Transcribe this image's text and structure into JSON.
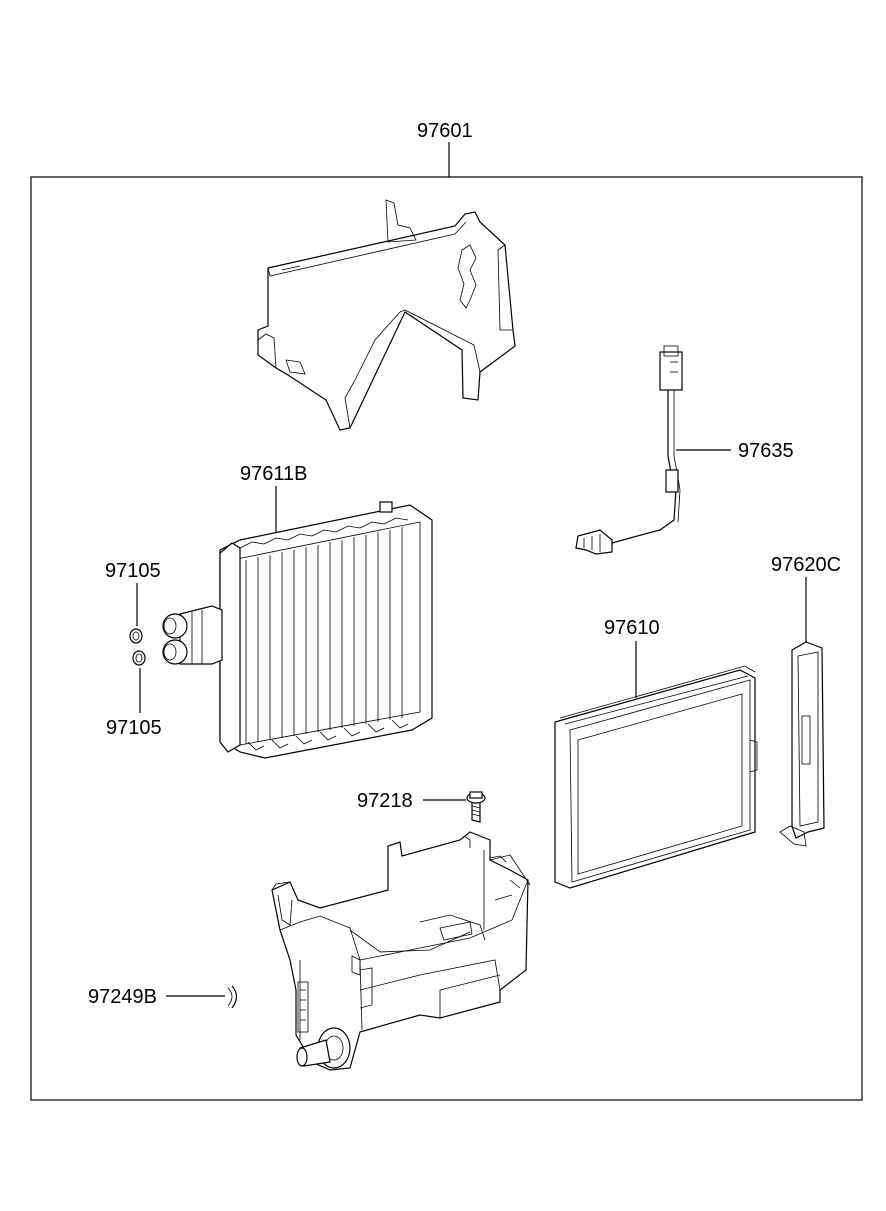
{
  "labels": {
    "assembly": "97601",
    "sensor": "97635",
    "evaporator_core": "97611B",
    "o_ring_upper": "97105",
    "o_ring_lower": "97105",
    "cover": "97620C",
    "filter": "97610",
    "screw": "97218",
    "clip": "97249B"
  },
  "colors": {
    "line": "#000000",
    "background": "#ffffff"
  }
}
